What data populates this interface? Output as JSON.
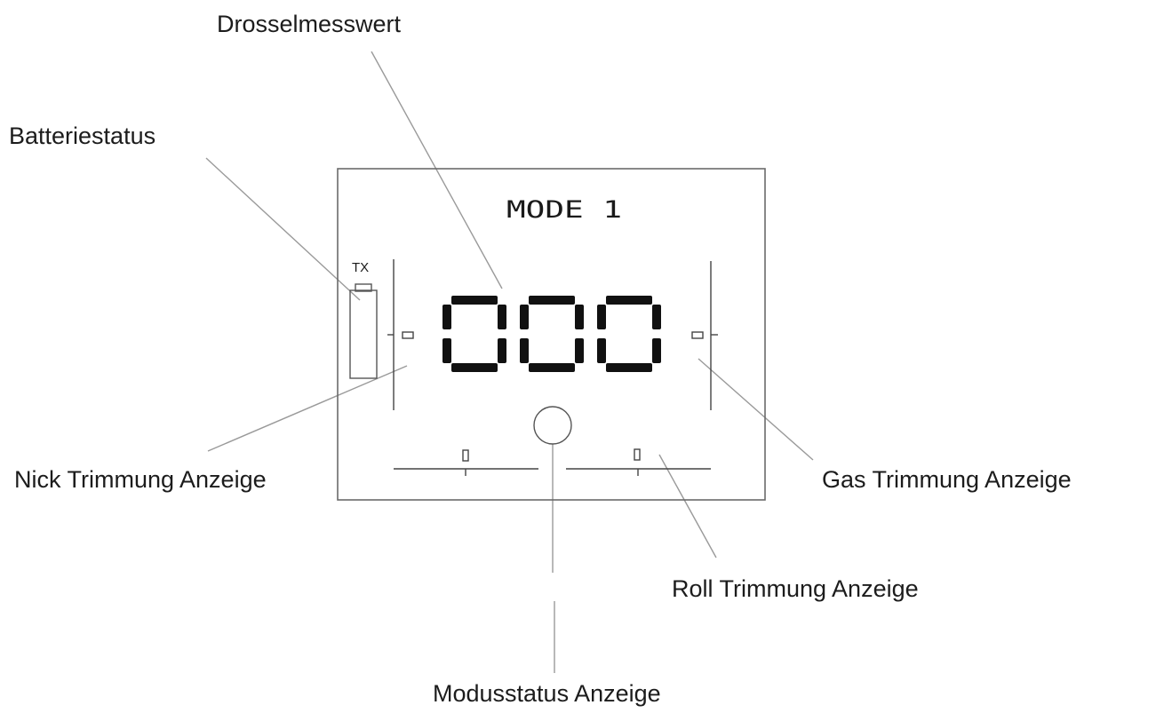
{
  "labels": {
    "throttle": "Drosselmesswert",
    "battery": "Batteriestatus",
    "nick_trim": "Nick Trimmung Anzeige",
    "gas_trim": "Gas Trimmung Anzeige",
    "roll_trim": "Roll Trimmung Anzeige",
    "mode_status": "Modusstatus Anzeige"
  },
  "display": {
    "mode_text": "MODE 1",
    "tx_label": "TX",
    "digits": [
      "0",
      "0",
      "0"
    ]
  }
}
